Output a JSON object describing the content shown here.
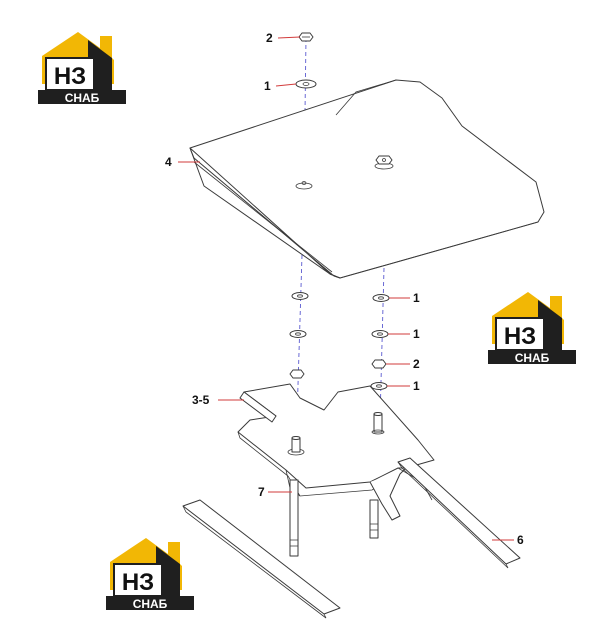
{
  "callouts": [
    {
      "id": "c-2-top",
      "text": "2"
    },
    {
      "id": "c-1-top",
      "text": "1"
    },
    {
      "id": "c-4",
      "text": "4"
    },
    {
      "id": "c-1-a",
      "text": "1"
    },
    {
      "id": "c-1-b",
      "text": "1"
    },
    {
      "id": "c-2-mid",
      "text": "2"
    },
    {
      "id": "c-1-c",
      "text": "1"
    },
    {
      "id": "c-3-5",
      "text": "3-5"
    },
    {
      "id": "c-7",
      "text": "7"
    },
    {
      "id": "c-6",
      "text": "6"
    }
  ],
  "logo": {
    "mark": "НЗ",
    "text": "СНАБ"
  },
  "colors": {
    "logo_yellow": "#f2b705",
    "logo_dark": "#1f1f1f",
    "leader": "#d23b3b",
    "axis": "#5a5ad0"
  }
}
